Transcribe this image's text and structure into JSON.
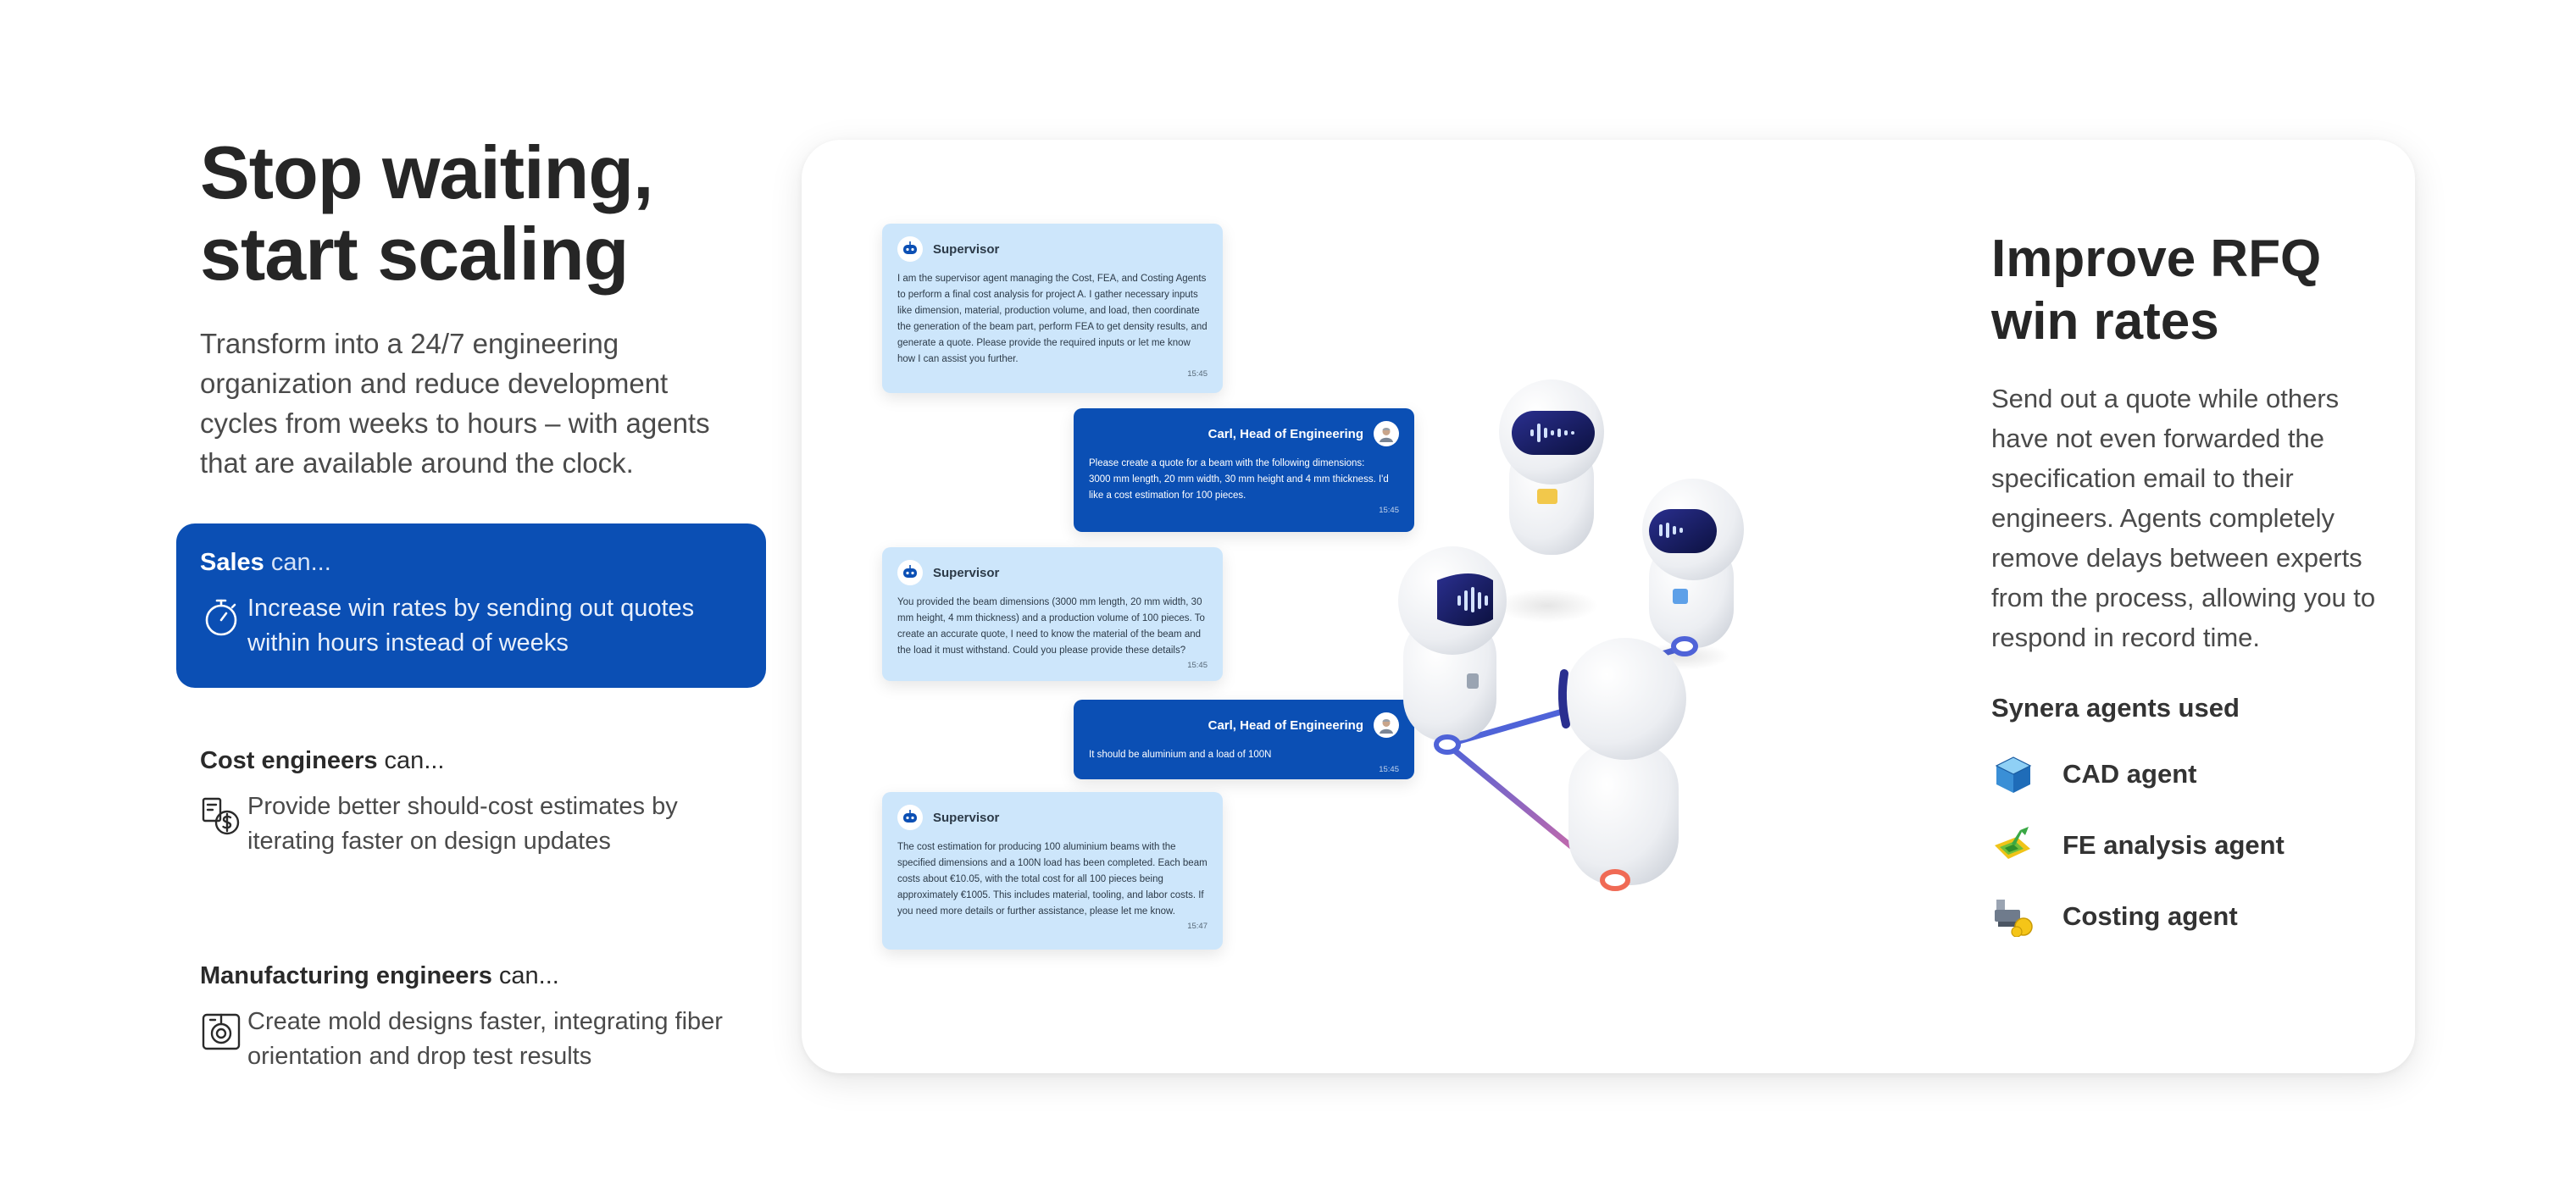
{
  "hero": {
    "title_line1": "Stop waiting,",
    "title_line2": "start scaling",
    "subtitle": "Transform into a 24/7 engineering organization and reduce development cycles from weeks to hours – with agents that are available around the clock."
  },
  "roles": [
    {
      "name": "Sales",
      "can": " can...",
      "text": "Increase win rates by sending out quotes within hours instead of weeks",
      "icon": "stopwatch-icon",
      "active": true
    },
    {
      "name": "Cost engineers",
      "can": " can...",
      "text": "Provide better should-cost estimates by iterating faster on design updates",
      "icon": "cost-estimate-icon",
      "active": false
    },
    {
      "name": "Manufacturing engineers",
      "can": " can...",
      "text": "Create mold designs faster, integrating fiber orientation and drop test results",
      "icon": "mold-design-icon",
      "active": false
    }
  ],
  "chat": [
    {
      "sender": "Supervisor",
      "role": "agent",
      "text": "I am the supervisor agent managing the Cost, FEA, and Costing Agents to perform a final cost analysis for project A. I gather necessary inputs like dimension, material, production volume, and load, then coordinate the generation of the beam part, perform FEA to get density results, and generate a quote. Please provide the required inputs or let me know how I can assist you further.",
      "time": "15:45"
    },
    {
      "sender": "Carl, Head of Engineering",
      "role": "user",
      "text": "Please create a quote for a beam with the following dimensions:\n3000 mm length, 20 mm width, 30 mm height and 4 mm thickness. I'd like a cost estimation for 100 pieces.",
      "time": "15:45"
    },
    {
      "sender": "Supervisor",
      "role": "agent",
      "text": "You provided the beam dimensions (3000 mm length, 20 mm width, 30 mm height, 4 mm thickness) and a production volume of 100 pieces. To create an accurate quote, I need to know the material of the beam and the load it must withstand. Could you please provide these details?",
      "time": "15:45"
    },
    {
      "sender": "Carl, Head of Engineering",
      "role": "user",
      "text": "It should be aluminium and a load of 100N",
      "time": "15:45"
    },
    {
      "sender": "Supervisor",
      "role": "agent",
      "text": "The cost estimation for producing 100 aluminium beams with the specified dimensions and a 100N load has been completed. Each beam costs about €10.05, with the total cost for all 100 pieces being approximately €1005. This includes material, tooling, and labor costs. If you need more details or further assistance, please let me know.",
      "time": "15:47"
    }
  ],
  "panel": {
    "title_line1": "Improve RFQ",
    "title_line2": "win rates",
    "text": "Send out a quote while others have not even forwarded the specification email to their engineers. Agents completely remove delays between experts from the process, allowing you to respond in record time.",
    "agents_title": "Synera agents used",
    "agents": [
      {
        "label": "CAD agent",
        "icon": "cad-cube-icon"
      },
      {
        "label": "FE analysis agent",
        "icon": "fe-analysis-icon"
      },
      {
        "label": "Costing agent",
        "icon": "costing-icon"
      }
    ]
  },
  "colors": {
    "accent": "#0b4fb4",
    "agent_bubble": "#cde6fb",
    "text_dark": "#262626",
    "text_body": "#4a4a4a"
  }
}
